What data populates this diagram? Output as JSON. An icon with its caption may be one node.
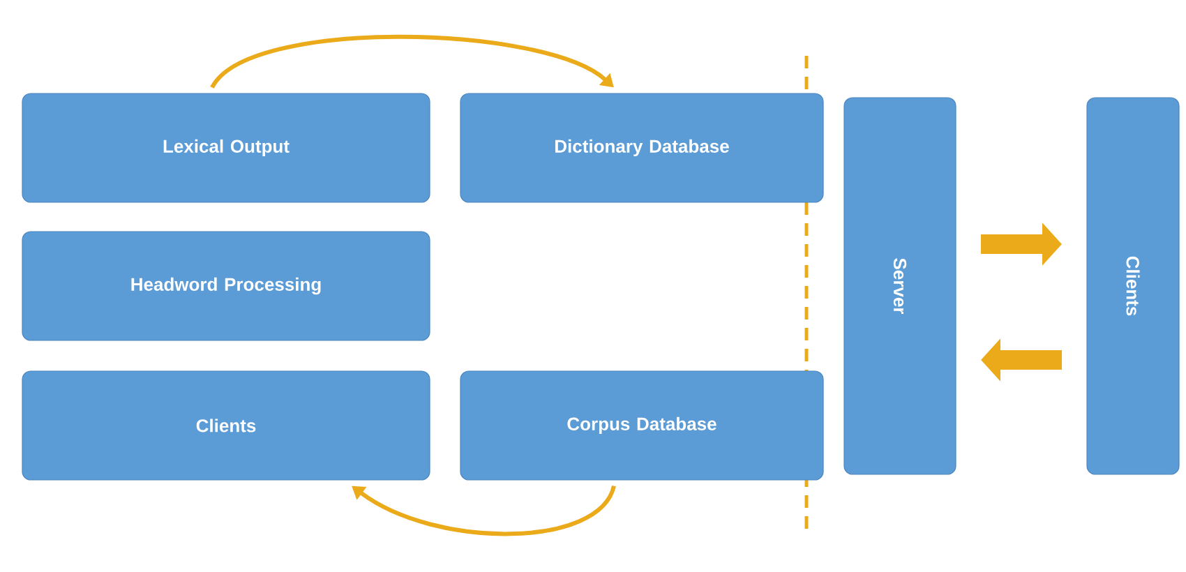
{
  "diagram": {
    "nodes": [
      {
        "text": [
          "Lexical Output"
        ]
      },
      {
        "text": [
          "Dictionary Database"
        ]
      },
      {
        "text": [
          "Headword Processing"
        ]
      },
      {
        "text": [
          "Clients"
        ]
      },
      {
        "text": [
          "Corpus Database"
        ]
      },
      {
        "text": [
          "Server"
        ]
      },
      {
        "text": [
          "Clients"
        ]
      }
    ],
    "edges": [
      {
        "from": 0,
        "to": 1,
        "arrow": "to"
      },
      {
        "from": 4,
        "to": 3,
        "arrow": "to"
      },
      {
        "from": 5,
        "to": 6,
        "arrow": "to",
        "style": "thick"
      },
      {
        "from": 6,
        "to": 5,
        "arrow": "to",
        "style": "thick"
      }
    ]
  }
}
